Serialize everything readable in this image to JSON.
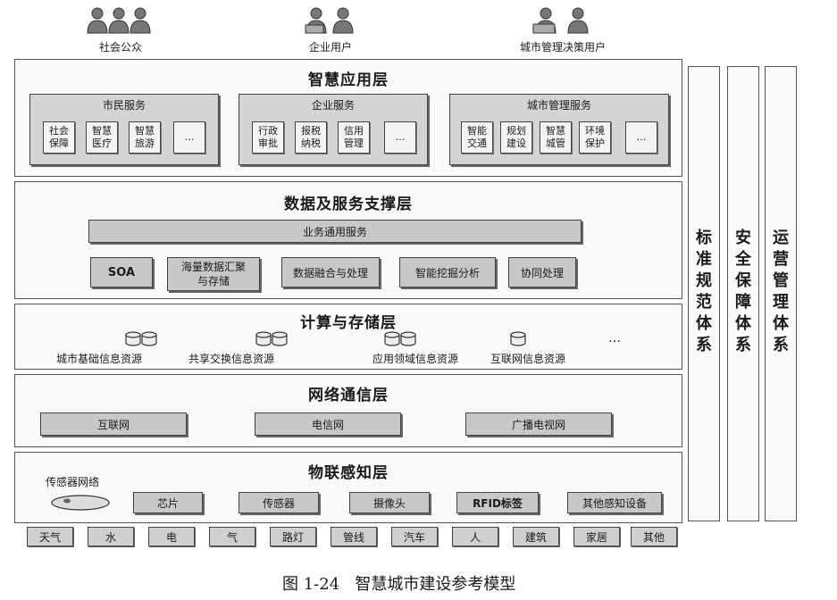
{
  "users": [
    {
      "label": "社会公众",
      "icon": "people-icon"
    },
    {
      "label": "企业用户",
      "icon": "business-user-icon"
    },
    {
      "label": "城市管理决策用户",
      "icon": "manager-user-icon"
    }
  ],
  "app_layer": {
    "title": "智慧应用层",
    "groups": [
      {
        "title": "市民服务",
        "items": [
          "社会\n保障",
          "智慧\n医疗",
          "智慧\n旅游",
          "…"
        ]
      },
      {
        "title": "企业服务",
        "items": [
          "行政\n审批",
          "报税\n纳税",
          "信用\n管理",
          "…"
        ]
      },
      {
        "title": "城市管理服务",
        "items": [
          "智能\n交通",
          "规划\n建设",
          "智慧\n城管",
          "环境\n保护",
          "…"
        ]
      }
    ]
  },
  "data_layer": {
    "title": "数据及服务支撑层",
    "common_service": "业务通用服务",
    "modules": [
      "SOA",
      "海量数据汇聚\n与存储",
      "数据融合与处理",
      "智能挖掘分析",
      "协同处理"
    ]
  },
  "compute_layer": {
    "title": "计算与存储层",
    "resources": [
      "城市基础信息资源",
      "共享交换信息资源",
      "应用领域信息资源",
      "互联网信息资源"
    ],
    "more": "…"
  },
  "network_layer": {
    "title": "网络通信层",
    "networks": [
      "互联网",
      "电信网",
      "广播电视网"
    ]
  },
  "iot_layer": {
    "title": "物联感知层",
    "sensor_network": "传感器网络",
    "devices": [
      "芯片",
      "传感器",
      "摄像头",
      "RFID标签",
      "其他感知设备"
    ]
  },
  "ground_items": [
    "天气",
    "水",
    "电",
    "气",
    "路灯",
    "管线",
    "汽车",
    "人",
    "建筑",
    "家居",
    "其他"
  ],
  "side_systems": [
    "标\n准\n规\n范\n体\n系",
    "安\n全\n保\n障\n体\n系",
    "运\n营\n管\n理\n体\n系"
  ],
  "caption": "图 1-24   智慧城市建设参考模型"
}
